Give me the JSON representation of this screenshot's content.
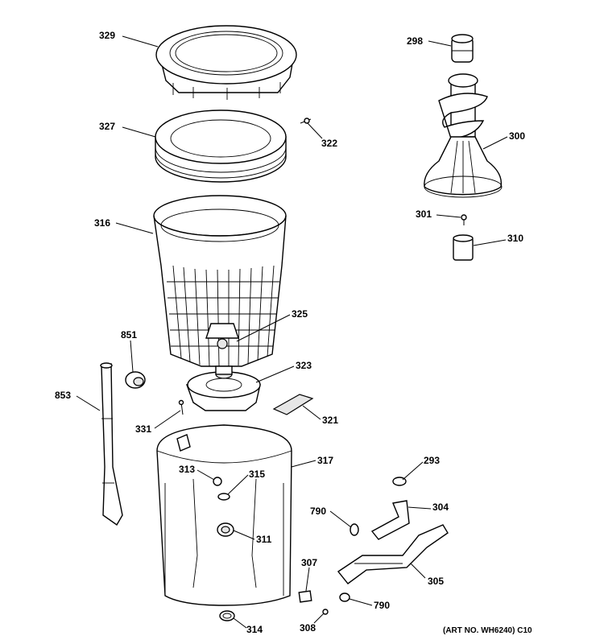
{
  "callouts": [
    {
      "id": "p329",
      "text": "329"
    },
    {
      "id": "p327",
      "text": "327"
    },
    {
      "id": "p322",
      "text": "322"
    },
    {
      "id": "p316",
      "text": "316"
    },
    {
      "id": "p298",
      "text": "298"
    },
    {
      "id": "p300",
      "text": "300"
    },
    {
      "id": "p301",
      "text": "301"
    },
    {
      "id": "p310",
      "text": "310"
    },
    {
      "id": "p325",
      "text": "325"
    },
    {
      "id": "p851",
      "text": "851"
    },
    {
      "id": "p853",
      "text": "853"
    },
    {
      "id": "p323",
      "text": "323"
    },
    {
      "id": "p321",
      "text": "321"
    },
    {
      "id": "p331",
      "text": "331"
    },
    {
      "id": "p317",
      "text": "317"
    },
    {
      "id": "p313",
      "text": "313"
    },
    {
      "id": "p315",
      "text": "315"
    },
    {
      "id": "p311",
      "text": "311"
    },
    {
      "id": "p293",
      "text": "293"
    },
    {
      "id": "p790a",
      "text": "790"
    },
    {
      "id": "p304",
      "text": "304"
    },
    {
      "id": "p305",
      "text": "305"
    },
    {
      "id": "p307",
      "text": "307"
    },
    {
      "id": "p790b",
      "text": "790"
    },
    {
      "id": "p308",
      "text": "308"
    },
    {
      "id": "p314",
      "text": "314"
    }
  ],
  "art_number": "(ART NO. WH6240) C10"
}
